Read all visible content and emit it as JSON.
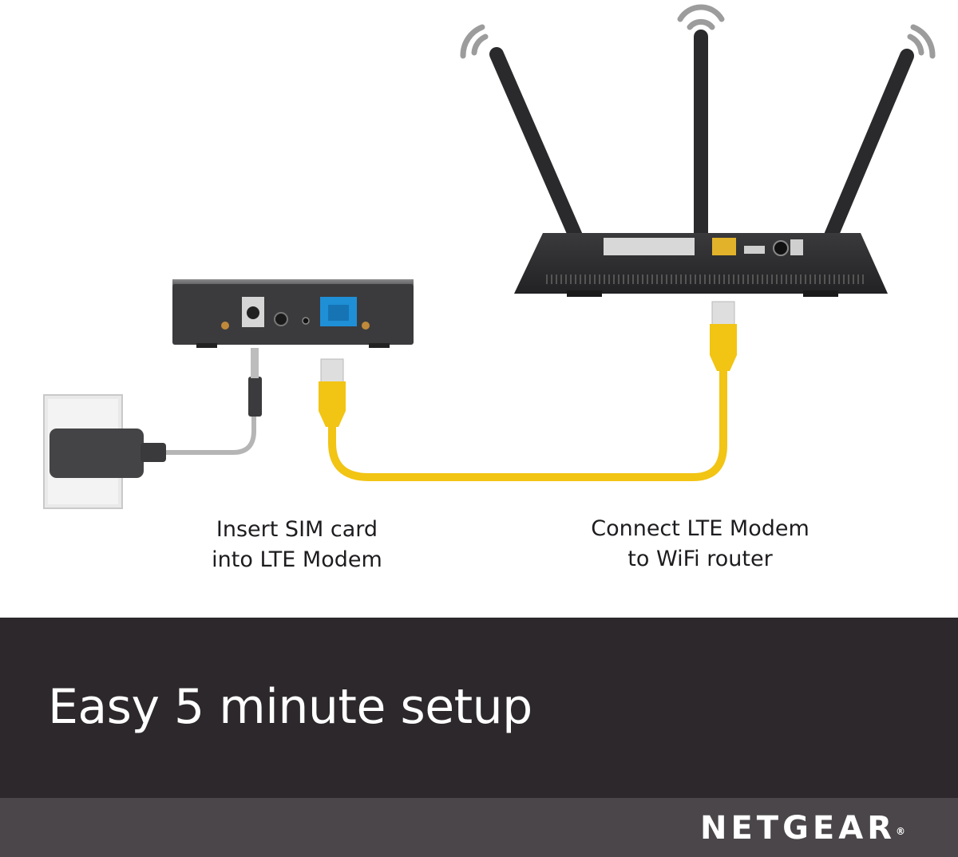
{
  "captions": {
    "sim": [
      "Insert SIM card",
      "into LTE Modem"
    ],
    "router": [
      "Connect LTE Modem",
      "to WiFi router"
    ]
  },
  "headline": "Easy 5 minute setup",
  "brand": {
    "name": "NETGEAR",
    "mark": "®"
  },
  "colors": {
    "cable": "#f2c413",
    "device": "#3b3b3d",
    "headline_band": "#2c282b",
    "brand_band": "#4a4649",
    "ethernet_port": "#1f8fd6"
  }
}
